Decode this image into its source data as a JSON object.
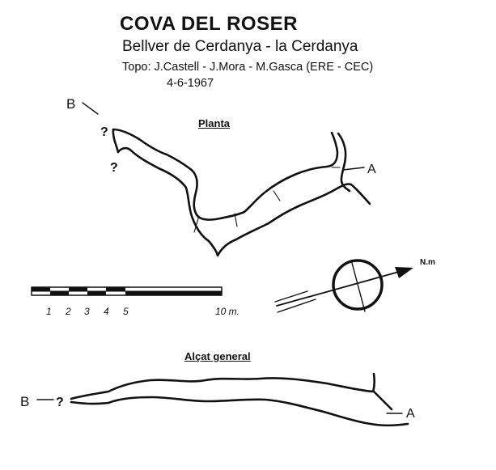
{
  "header": {
    "title": "COVA DEL ROSER",
    "subtitle": "Bellver de Cerdanya - la Cerdanya",
    "credits": "Topo: J.Castell - J.Mora - M.Gasca  (ERE - CEC)",
    "date": "4-6-1967"
  },
  "plan": {
    "heading": "Planta",
    "point_b": "B",
    "point_a": "A",
    "unknown_marks": [
      "?",
      "?"
    ]
  },
  "scale_bar": {
    "tick_labels": [
      "1",
      "2",
      "3",
      "4",
      "5",
      "10 m."
    ]
  },
  "north_arrow": {
    "label": "N.m"
  },
  "section": {
    "heading": "Alçat general",
    "point_b": "B",
    "point_a": "A",
    "unknown_mark": "?"
  },
  "colors": {
    "ink": "#111111",
    "paper": "#ffffff"
  }
}
